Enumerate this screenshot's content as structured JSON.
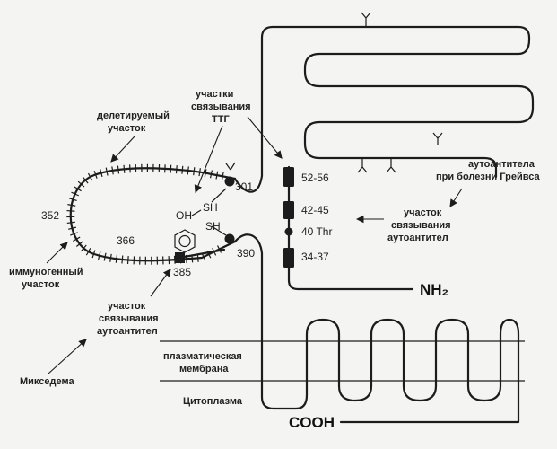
{
  "labels": {
    "ttg_sites": [
      "участки",
      "связывания",
      "ТТГ"
    ],
    "deleted": [
      "делетируемый",
      "участок"
    ],
    "graves": [
      "аутоантитела",
      "при болезни Грейвса"
    ],
    "ab_site_right": [
      "участок",
      "связывания",
      "аутоантител"
    ],
    "immunogenic": [
      "иммуногенный",
      "участок"
    ],
    "ab_site_left": [
      "участок",
      "связывания",
      "аутоантител"
    ],
    "myxedema": "Микседема",
    "membrane": [
      "плазматическая",
      "мембрана"
    ],
    "cytoplasm": "Цитоплазма",
    "nh2": "NH₂",
    "cooh": "COOH"
  },
  "residues": {
    "r301": "301",
    "r352": "352",
    "r366": "366",
    "r385": "385",
    "r390": "390",
    "r52": "52-56",
    "r42": "42-45",
    "r40": "40 Thr",
    "r34": "34-37"
  },
  "chem": {
    "sh1": "SH",
    "sh2": "SH",
    "oh": "OH"
  }
}
